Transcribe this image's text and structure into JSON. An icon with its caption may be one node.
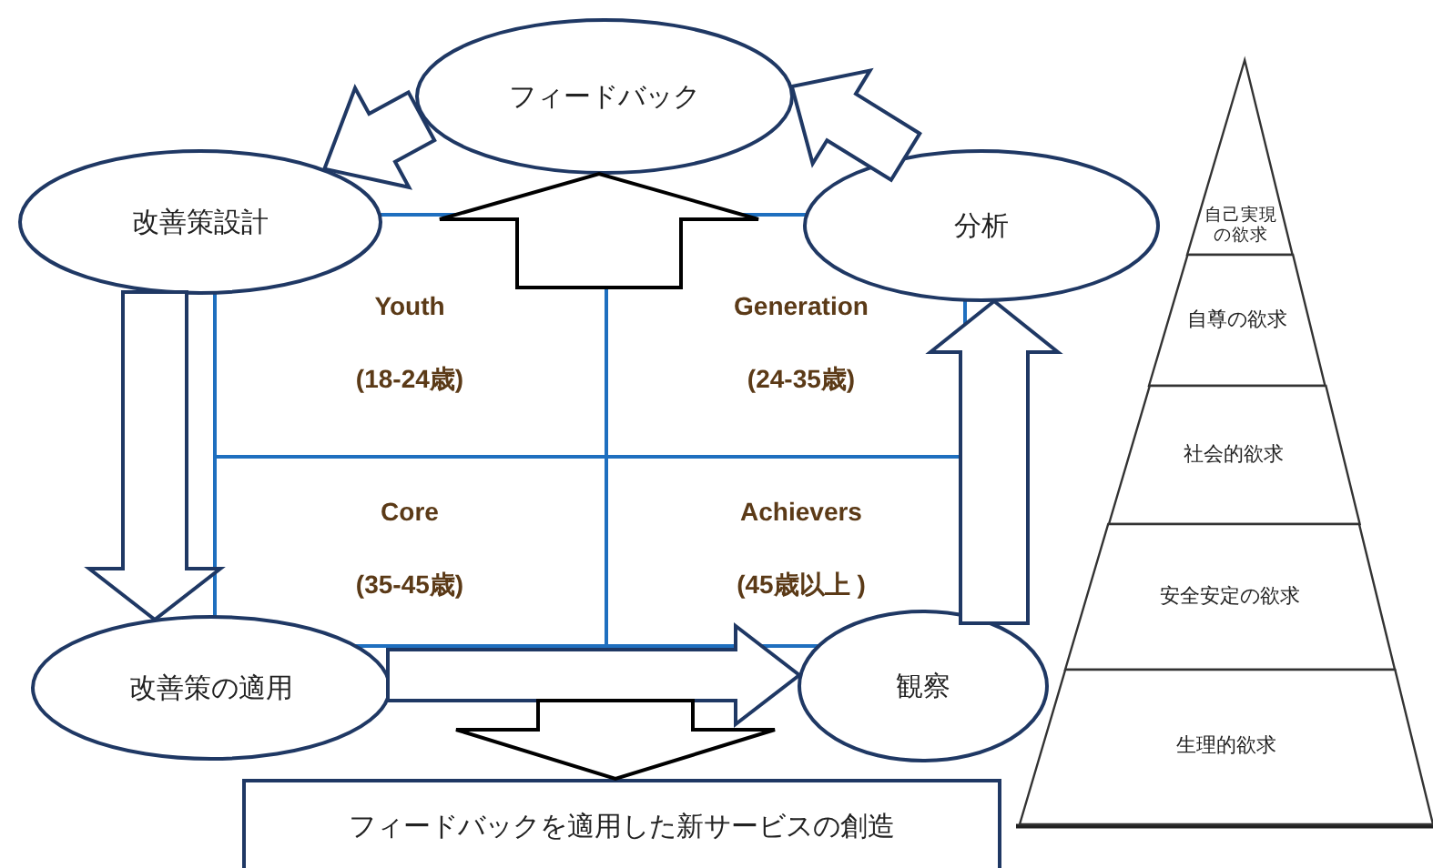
{
  "diagram": {
    "nodes": [
      {
        "text": [
          "フィードバック"
        ]
      },
      {
        "text": [
          "改善策設計"
        ]
      },
      {
        "text": [
          "分析"
        ]
      },
      {
        "text": [
          "改善策の適用"
        ]
      },
      {
        "text": [
          "観察"
        ]
      },
      {
        "text": [
          "フィードバックを適用した新サービスの創造"
        ]
      },
      {
        "text": [
          "自己実現の欲求"
        ]
      },
      {
        "text": [
          "自尊の欲求"
        ]
      },
      {
        "text": [
          "社会的欲求"
        ]
      },
      {
        "text": [
          "安全安定の欲求"
        ]
      },
      {
        "text": [
          "生理的欲求"
        ]
      }
    ],
    "edges": [
      {
        "from": 0,
        "to": 1,
        "arrow": "to"
      },
      {
        "from": 1,
        "to": 3,
        "arrow": "to"
      },
      {
        "from": 3,
        "to": 4,
        "arrow": "to"
      },
      {
        "from": 4,
        "to": 2,
        "arrow": "to"
      },
      {
        "from": 2,
        "to": 0,
        "arrow": "to"
      },
      {
        "from": null,
        "to": 0,
        "arrow": "to",
        "color": "#000000"
      },
      {
        "from": null,
        "to": 5,
        "arrow": "to",
        "color": "#000000"
      }
    ],
    "labels": [
      "Youth",
      "(18-24歳)",
      "Generation",
      "(24-35歳)",
      "Core",
      "(35-45歳)",
      "Achievers",
      "(45歳以上 )"
    ]
  }
}
